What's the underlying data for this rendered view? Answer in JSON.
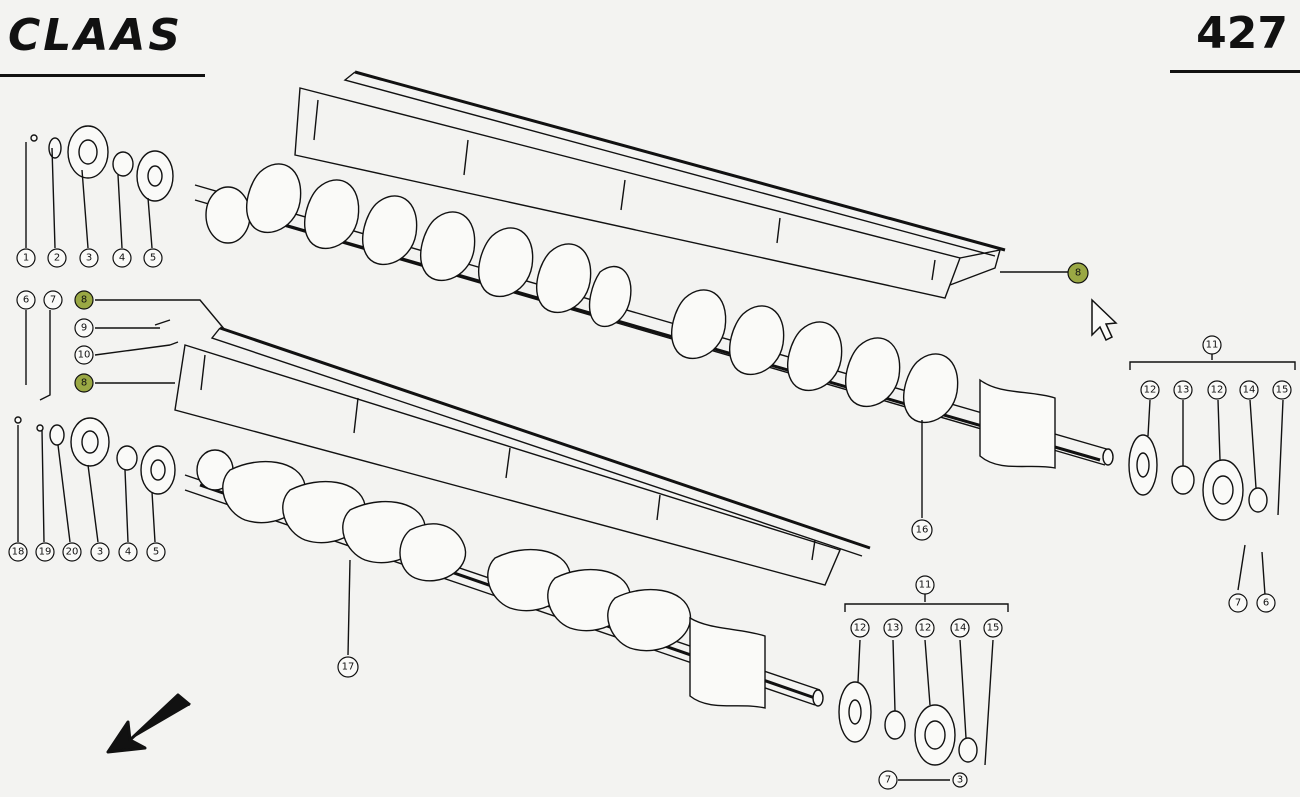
{
  "header": {
    "brand": "CLAAS",
    "page_number": "427"
  },
  "callouts": {
    "upper_left_row": [
      "1",
      "2",
      "3",
      "4",
      "5"
    ],
    "left_group": [
      "6",
      "7",
      "8"
    ],
    "bolt_group": [
      "9",
      "10",
      "8"
    ],
    "lower_left_row": [
      "18",
      "19",
      "20",
      "3",
      "4",
      "5"
    ],
    "upper_right_highlight": "8",
    "upper_right_bearing": {
      "group": "11",
      "items": [
        "12",
        "13",
        "12",
        "14",
        "15"
      ],
      "extra": [
        "7",
        "6"
      ]
    },
    "lower_right_bearing": {
      "group": "11",
      "items": [
        "12",
        "13",
        "12",
        "14",
        "15"
      ],
      "extra": [
        "7",
        "3"
      ]
    },
    "upper_auger": "16",
    "lower_auger": "17"
  },
  "colors": {
    "highlight": "#9aa844",
    "ink": "#111111"
  },
  "icons": {
    "cursor": "mouse-pointer-icon",
    "direction_arrow": "arrow-down-left-icon"
  }
}
